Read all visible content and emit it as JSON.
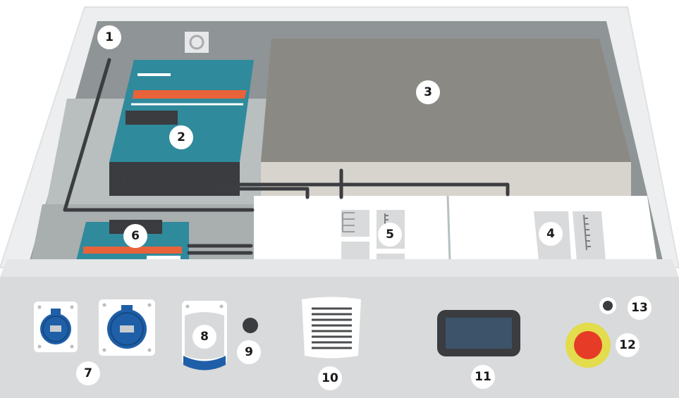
{
  "diagram": {
    "callouts": [
      {
        "id": "c1",
        "label": "1"
      },
      {
        "id": "c2",
        "label": "2"
      },
      {
        "id": "c3",
        "label": "3"
      },
      {
        "id": "c4",
        "label": "4"
      },
      {
        "id": "c5",
        "label": "5"
      },
      {
        "id": "c6",
        "label": "6"
      },
      {
        "id": "c7",
        "label": "7"
      },
      {
        "id": "c8",
        "label": "8"
      },
      {
        "id": "c9",
        "label": "9"
      },
      {
        "id": "c10",
        "label": "10"
      },
      {
        "id": "c11",
        "label": "11"
      },
      {
        "id": "c12",
        "label": "12"
      },
      {
        "id": "c13",
        "label": "13"
      }
    ]
  },
  "colors": {
    "enclosure_rim": "#e8eaeb",
    "interior_back": "#8d9294",
    "interior_floor": "#bcc1c2",
    "front_panel": "#d9dadb",
    "teal_unit": "#2f8a9c",
    "teal_unit_dark": "#1f6b7a",
    "accent_orange": "#e8623a",
    "battery_top": "#8a8983",
    "battery_side": "#d7d4cd",
    "cable": "#3b3d40",
    "socket_blue": "#1f5fa8",
    "estop_yellow": "#e3dc4c",
    "estop_red": "#e63b26",
    "display_frame": "#3a3c3f",
    "display_screen": "#3d5369"
  }
}
